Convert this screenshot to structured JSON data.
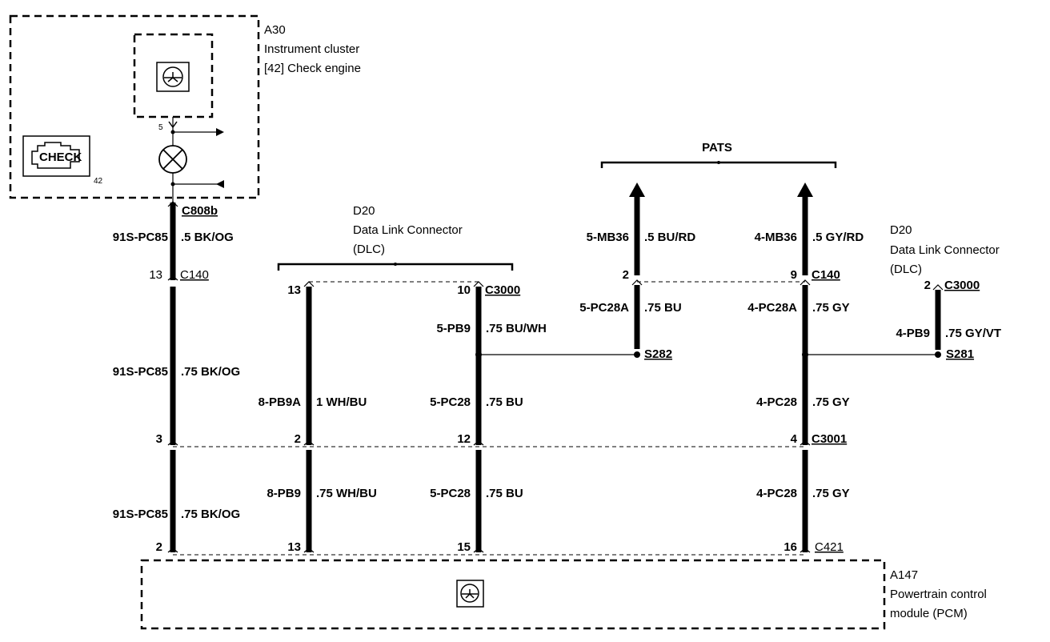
{
  "modules": {
    "a30": {
      "id": "A30",
      "name": "Instrument cluster",
      "sub": "[42] Check engine",
      "pin_top": "5",
      "pin_lamp": "42",
      "lamp_text": "CHECK"
    },
    "d20_left": {
      "id": "D20",
      "name": "Data Link Connector",
      "abbr": "(DLC)"
    },
    "d20_right": {
      "id": "D20",
      "name": "Data Link Connector",
      "abbr": "(DLC)"
    },
    "pats": {
      "label": "PATS"
    },
    "a147": {
      "id": "A147",
      "name": "Powertrain control",
      "name2": "module (PCM)"
    }
  },
  "connectors": {
    "c808b": "C808b",
    "c140_left": "C140",
    "c140_right": "C140",
    "c3000_left": "C3000",
    "c3000_right": "C3000",
    "c3001": "C3001",
    "c421": "C421",
    "s282": "S282",
    "s281": "S281"
  },
  "pins": {
    "col1_c140": "13",
    "col1_c3001": "3",
    "col1_c421": "2",
    "col2_c3000": "13",
    "col2_c3001": "2",
    "col2_c421": "13",
    "col3_c3000": "10",
    "col3_c3001": "12",
    "col3_c421": "15",
    "col4_c140": "2",
    "col5_c140": "9",
    "col5_c3001": "4",
    "col5_c421": "16",
    "col6_c3000": "2"
  },
  "wires": {
    "col1_top": {
      "circuit": "91S-PC85",
      "spec": ".5 BK/OG"
    },
    "col1_mid": {
      "circuit": "91S-PC85",
      "spec": ".75 BK/OG"
    },
    "col1_bot": {
      "circuit": "91S-PC85",
      "spec": ".75 BK/OG"
    },
    "col2_mid": {
      "circuit": "8-PB9A",
      "spec": "1 WH/BU"
    },
    "col2_bot": {
      "circuit": "8-PB9",
      "spec": ".75 WH/BU"
    },
    "col3_top": {
      "circuit": "5-PB9",
      "spec": ".75 BU/WH"
    },
    "col3_mid": {
      "circuit": "5-PC28",
      "spec": ".75 BU"
    },
    "col3_bot": {
      "circuit": "5-PC28",
      "spec": ".75 BU"
    },
    "col4_top": {
      "circuit": "5-MB36",
      "spec": ".5 BU/RD"
    },
    "col4_bot": {
      "circuit": "5-PC28A",
      "spec": ".75 BU"
    },
    "col5_top": {
      "circuit": "4-MB36",
      "spec": ".5 GY/RD"
    },
    "col5_upper": {
      "circuit": "4-PC28A",
      "spec": ".75 GY"
    },
    "col5_mid": {
      "circuit": "4-PC28",
      "spec": ".75 GY"
    },
    "col5_bot": {
      "circuit": "4-PC28",
      "spec": ".75 GY"
    },
    "col6": {
      "circuit": "4-PB9",
      "spec": ".75 GY/VT"
    }
  }
}
